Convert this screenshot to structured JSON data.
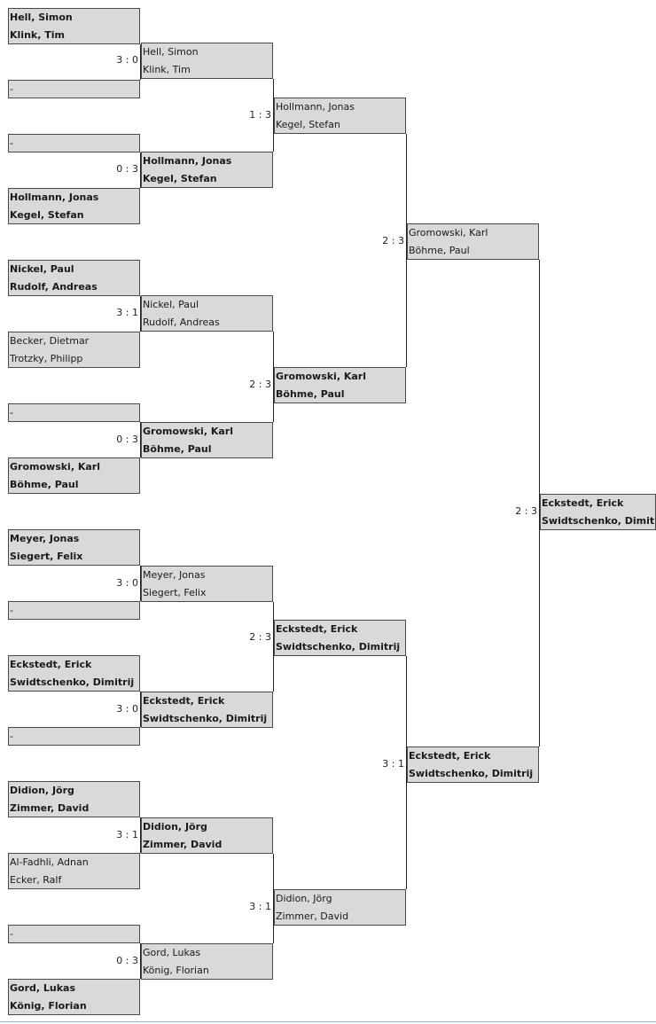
{
  "rounds": [
    {
      "entries": [
        {
          "lines": [
            "Hell, Simon",
            "Klink, Tim"
          ],
          "bold": true
        },
        {
          "lines": [
            "-"
          ],
          "bold": false
        },
        {
          "lines": [
            "-"
          ],
          "bold": false
        },
        {
          "lines": [
            "Hollmann, Jonas",
            "Kegel, Stefan"
          ],
          "bold": true
        },
        {
          "lines": [
            "Nickel, Paul",
            "Rudolf, Andreas"
          ],
          "bold": true
        },
        {
          "lines": [
            "Becker, Dietmar",
            "Trotzky, Philipp"
          ],
          "bold": false
        },
        {
          "lines": [
            "-"
          ],
          "bold": false
        },
        {
          "lines": [
            "Gromowski, Karl",
            "Böhme, Paul"
          ],
          "bold": true
        },
        {
          "lines": [
            "Meyer, Jonas",
            "Siegert, Felix"
          ],
          "bold": true
        },
        {
          "lines": [
            "-"
          ],
          "bold": false
        },
        {
          "lines": [
            "Eckstedt, Erick",
            "Swidtschenko, Dimitrij"
          ],
          "bold": true
        },
        {
          "lines": [
            "-"
          ],
          "bold": false
        },
        {
          "lines": [
            "Didion, Jörg",
            "Zimmer, David"
          ],
          "bold": true
        },
        {
          "lines": [
            "Al-Fadhli, Adnan",
            "Ecker, Ralf"
          ],
          "bold": false
        },
        {
          "lines": [
            "-"
          ],
          "bold": false
        },
        {
          "lines": [
            "Gord, Lukas",
            "König, Florian"
          ],
          "bold": true
        }
      ]
    },
    {
      "entries": [
        {
          "lines": [
            "Hell, Simon",
            "Klink, Tim"
          ],
          "bold": false,
          "score": "3 : 0"
        },
        {
          "lines": [
            "Hollmann, Jonas",
            "Kegel, Stefan"
          ],
          "bold": true,
          "score": "0 : 3"
        },
        {
          "lines": [
            "Nickel, Paul",
            "Rudolf, Andreas"
          ],
          "bold": false,
          "score": "3 : 1"
        },
        {
          "lines": [
            "Gromowski, Karl",
            "Böhme, Paul"
          ],
          "bold": true,
          "score": "0 : 3"
        },
        {
          "lines": [
            "Meyer, Jonas",
            "Siegert, Felix"
          ],
          "bold": false,
          "score": "3 : 0"
        },
        {
          "lines": [
            "Eckstedt, Erick",
            "Swidtschenko, Dimitrij"
          ],
          "bold": true,
          "score": "3 : 0"
        },
        {
          "lines": [
            "Didion, Jörg",
            "Zimmer, David"
          ],
          "bold": true,
          "score": "3 : 1"
        },
        {
          "lines": [
            "Gord, Lukas",
            "König, Florian"
          ],
          "bold": false,
          "score": "0 : 3"
        }
      ]
    },
    {
      "entries": [
        {
          "lines": [
            "Hollmann, Jonas",
            "Kegel, Stefan"
          ],
          "bold": false,
          "score": "1 : 3"
        },
        {
          "lines": [
            "Gromowski, Karl",
            "Böhme, Paul"
          ],
          "bold": true,
          "score": "2 : 3"
        },
        {
          "lines": [
            "Eckstedt, Erick",
            "Swidtschenko, Dimitrij"
          ],
          "bold": true,
          "score": "2 : 3"
        },
        {
          "lines": [
            "Didion, Jörg",
            "Zimmer, David"
          ],
          "bold": false,
          "score": "3 : 1"
        }
      ]
    },
    {
      "entries": [
        {
          "lines": [
            "Gromowski, Karl",
            "Böhme, Paul"
          ],
          "bold": false,
          "score": "2 : 3"
        },
        {
          "lines": [
            "Eckstedt, Erick",
            "Swidtschenko, Dimitrij"
          ],
          "bold": true,
          "score": "3 : 1"
        }
      ]
    },
    {
      "entries": [
        {
          "lines": [
            "Eckstedt, Erick",
            "Swidtschenko, Dimitrij"
          ],
          "bold": true,
          "score": "2 : 3"
        }
      ]
    }
  ]
}
